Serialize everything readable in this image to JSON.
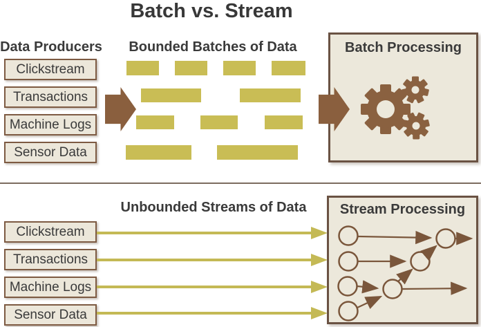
{
  "title": "Batch vs. Stream",
  "batch_section": {
    "producers_heading": "Data Producers",
    "producers": [
      "Clickstream",
      "Transactions",
      "Machine Logs",
      "Sensor Data"
    ],
    "batches_heading": "Bounded Batches of Data",
    "panel_title": "Batch Processing"
  },
  "stream_section": {
    "streams_heading": "Unbounded Streams of Data",
    "producers": [
      "Clickstream",
      "Transactions",
      "Machine Logs",
      "Sensor Data"
    ],
    "panel_title": "Stream Processing"
  },
  "colors": {
    "arrow_brown": "#8a5f3e",
    "gear_brown": "#8a6140",
    "node_stroke_brown": "#7a563b",
    "batch_yellow": "#c9bd55",
    "stream_yellow": "#c4b955",
    "panel_fill": "#ece8db",
    "box_fill": "#ece7da",
    "box_border": "#7d5a42",
    "panel_border": "#6a5243",
    "text": "#3a3a3a",
    "divider": "#7b6b5e"
  }
}
